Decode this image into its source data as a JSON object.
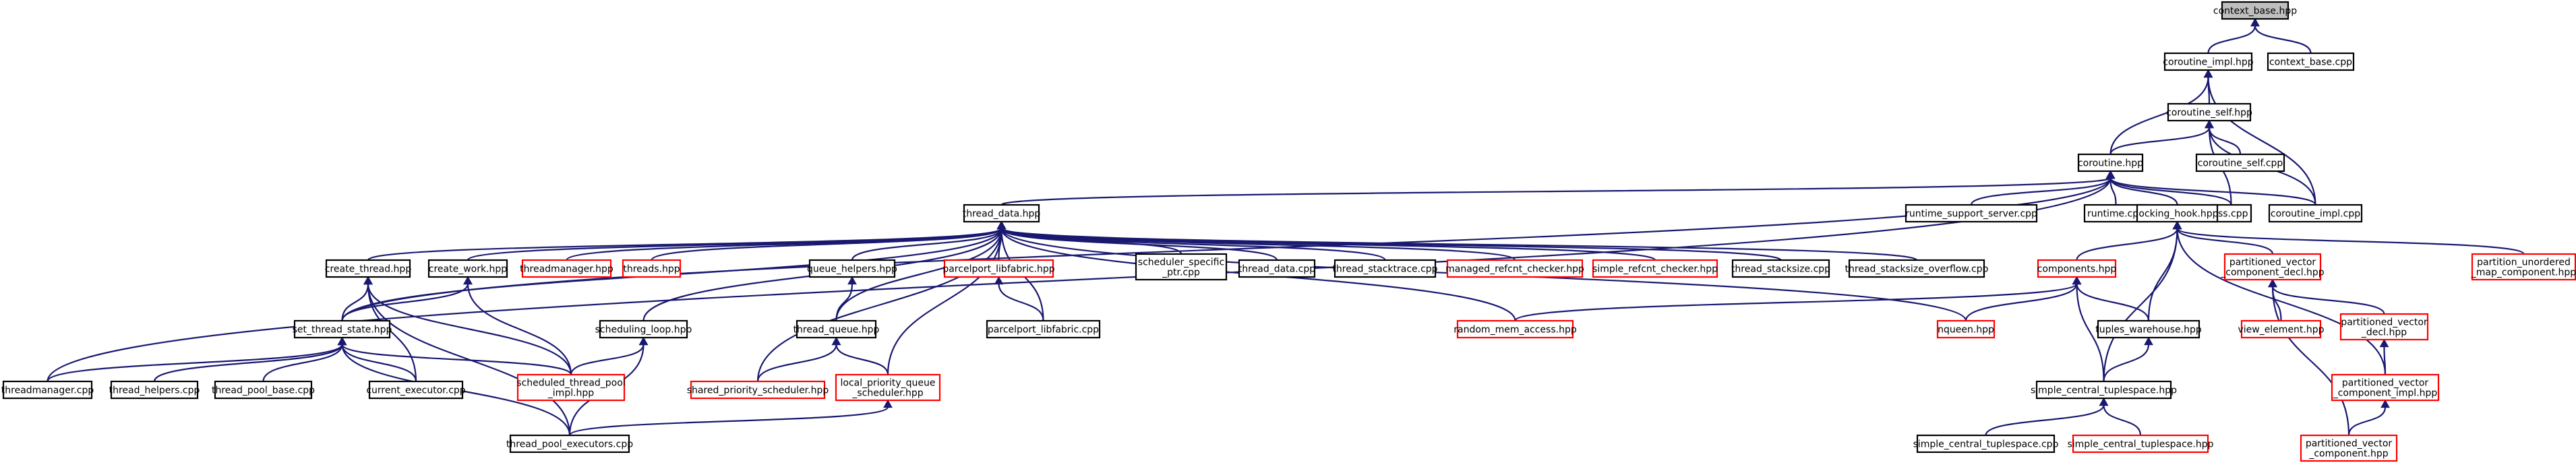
{
  "colors": {
    "normal_border": "#000000",
    "truncated_border": "#ff0000",
    "root_fill": "#bfbfbf",
    "node_fill": "#ffffff",
    "edge": "#191970"
  },
  "nodes": [
    {
      "id": "context_base_hpp",
      "lines": [
        "context_base.hpp"
      ],
      "style": "root"
    },
    {
      "id": "coroutine_impl_hpp",
      "lines": [
        "coroutine_impl.hpp"
      ],
      "style": "normal"
    },
    {
      "id": "context_base_cpp",
      "lines": [
        "context_base.cpp"
      ],
      "style": "normal"
    },
    {
      "id": "coroutine_self_hpp",
      "lines": [
        "coroutine_self.hpp"
      ],
      "style": "normal"
    },
    {
      "id": "coroutine_hpp",
      "lines": [
        "coroutine.hpp"
      ],
      "style": "normal"
    },
    {
      "id": "coroutine_self_cpp",
      "lines": [
        "coroutine_self.cpp"
      ],
      "style": "normal"
    },
    {
      "id": "coroutine_impl_cpp",
      "lines": [
        "coroutine_impl.cpp"
      ],
      "style": "normal"
    },
    {
      "id": "tss_cpp",
      "lines": [
        "tss.cpp"
      ],
      "style": "normal"
    },
    {
      "id": "thread_data_hpp",
      "lines": [
        "thread_data.hpp"
      ],
      "style": "normal"
    },
    {
      "id": "runtime_support_server_cpp",
      "lines": [
        "runtime_support_server.cpp"
      ],
      "style": "normal"
    },
    {
      "id": "runtime_cpp",
      "lines": [
        "runtime.cpp"
      ],
      "style": "normal"
    },
    {
      "id": "locking_hook_hpp",
      "lines": [
        "locking_hook.hpp"
      ],
      "style": "normal"
    },
    {
      "id": "partition_unordered_map_component_hpp",
      "lines": [
        "partition_unordered",
        "_map_component.hpp"
      ],
      "style": "truncated"
    },
    {
      "id": "create_thread_hpp",
      "lines": [
        "create_thread.hpp"
      ],
      "style": "normal"
    },
    {
      "id": "create_work_hpp",
      "lines": [
        "create_work.hpp"
      ],
      "style": "normal"
    },
    {
      "id": "threadmanager_hpp",
      "lines": [
        "threadmanager.hpp"
      ],
      "style": "truncated"
    },
    {
      "id": "threads_hpp",
      "lines": [
        "threads.hpp"
      ],
      "style": "truncated"
    },
    {
      "id": "queue_helpers_hpp",
      "lines": [
        "queue_helpers.hpp"
      ],
      "style": "normal"
    },
    {
      "id": "parcelport_libfabric_hpp",
      "lines": [
        "parcelport_libfabric.hpp"
      ],
      "style": "truncated"
    },
    {
      "id": "scheduler_specific_ptr_cpp",
      "lines": [
        "scheduler_specific",
        "_ptr.cpp"
      ],
      "style": "normal"
    },
    {
      "id": "thread_data_cpp",
      "lines": [
        "thread_data.cpp"
      ],
      "style": "normal"
    },
    {
      "id": "thread_stacktrace_cpp",
      "lines": [
        "thread_stacktrace.cpp"
      ],
      "style": "normal"
    },
    {
      "id": "managed_refcnt_checker_hpp",
      "lines": [
        "managed_refcnt_checker.hpp"
      ],
      "style": "truncated"
    },
    {
      "id": "simple_refcnt_checker_hpp",
      "lines": [
        "simple_refcnt_checker.hpp"
      ],
      "style": "truncated"
    },
    {
      "id": "thread_stacksize_cpp",
      "lines": [
        "thread_stacksize.cpp"
      ],
      "style": "normal"
    },
    {
      "id": "thread_stacksize_overflow_cpp",
      "lines": [
        "thread_stacksize_overflow.cpp"
      ],
      "style": "normal"
    },
    {
      "id": "components_hpp",
      "lines": [
        "components.hpp"
      ],
      "style": "truncated"
    },
    {
      "id": "partitioned_vector_component_decl_hpp",
      "lines": [
        "partitioned_vector",
        "_component_decl.hpp"
      ],
      "style": "truncated"
    },
    {
      "id": "set_thread_state_hpp",
      "lines": [
        "set_thread_state.hpp"
      ],
      "style": "normal"
    },
    {
      "id": "scheduling_loop_hpp",
      "lines": [
        "scheduling_loop.hpp"
      ],
      "style": "normal"
    },
    {
      "id": "thread_queue_hpp",
      "lines": [
        "thread_queue.hpp"
      ],
      "style": "normal"
    },
    {
      "id": "parcelport_libfabric_cpp",
      "lines": [
        "parcelport_libfabric.cpp"
      ],
      "style": "normal"
    },
    {
      "id": "random_mem_access_hpp",
      "lines": [
        "random_mem_access.hpp"
      ],
      "style": "truncated"
    },
    {
      "id": "nqueen_hpp",
      "lines": [
        "nqueen.hpp"
      ],
      "style": "truncated"
    },
    {
      "id": "tuples_warehouse_hpp",
      "lines": [
        "tuples_warehouse.hpp"
      ],
      "style": "normal"
    },
    {
      "id": "view_element_hpp",
      "lines": [
        "view_element.hpp"
      ],
      "style": "truncated"
    },
    {
      "id": "partitioned_vector_decl_hpp",
      "lines": [
        "partitioned_vector",
        "_decl.hpp"
      ],
      "style": "truncated"
    },
    {
      "id": "threadmanager_cpp",
      "lines": [
        "threadmanager.cpp"
      ],
      "style": "normal"
    },
    {
      "id": "thread_helpers_cpp",
      "lines": [
        "thread_helpers.cpp"
      ],
      "style": "normal"
    },
    {
      "id": "thread_pool_base_cpp",
      "lines": [
        "thread_pool_base.cpp"
      ],
      "style": "normal"
    },
    {
      "id": "current_executor_cpp",
      "lines": [
        "current_executor.cpp"
      ],
      "style": "normal"
    },
    {
      "id": "scheduled_thread_pool_impl_hpp",
      "lines": [
        "scheduled_thread_pool",
        "_impl.hpp"
      ],
      "style": "truncated"
    },
    {
      "id": "shared_priority_scheduler_hpp",
      "lines": [
        "shared_priority_scheduler.hpp"
      ],
      "style": "truncated"
    },
    {
      "id": "local_priority_queue_scheduler_hpp",
      "lines": [
        "local_priority_queue",
        "_scheduler.hpp"
      ],
      "style": "truncated"
    },
    {
      "id": "simple_central_tuplespace_hpp",
      "lines": [
        "simple_central_tuplespace.hpp"
      ],
      "style": "normal"
    },
    {
      "id": "partitioned_vector_component_impl_hpp",
      "lines": [
        "partitioned_vector",
        "_component_impl.hpp"
      ],
      "style": "truncated"
    },
    {
      "id": "thread_pool_executors_cpp",
      "lines": [
        "thread_pool_executors.cpp"
      ],
      "style": "normal"
    },
    {
      "id": "simple_central_tuplespace_cpp",
      "lines": [
        "simple_central_tuplespace.cpp"
      ],
      "style": "normal"
    },
    {
      "id": "simple_central_tuplespace2_hpp",
      "lines": [
        "simple_central_tuplespace.hpp"
      ],
      "style": "truncated"
    },
    {
      "id": "partitioned_vector_component_hpp",
      "lines": [
        "partitioned_vector",
        "_component.hpp"
      ],
      "style": "truncated"
    }
  ],
  "edges": [
    [
      "context_base_hpp",
      "coroutine_impl_hpp"
    ],
    [
      "context_base_hpp",
      "context_base_cpp"
    ],
    [
      "coroutine_impl_hpp",
      "coroutine_self_hpp"
    ],
    [
      "coroutine_impl_hpp",
      "coroutine_hpp"
    ],
    [
      "coroutine_impl_hpp",
      "coroutine_impl_cpp"
    ],
    [
      "coroutine_self_hpp",
      "coroutine_hpp"
    ],
    [
      "coroutine_self_hpp",
      "coroutine_self_cpp"
    ],
    [
      "coroutine_self_hpp",
      "coroutine_impl_cpp"
    ],
    [
      "coroutine_self_hpp",
      "tss_cpp"
    ],
    [
      "coroutine_hpp",
      "thread_data_hpp"
    ],
    [
      "coroutine_hpp",
      "runtime_support_server_cpp"
    ],
    [
      "coroutine_hpp",
      "runtime_cpp"
    ],
    [
      "coroutine_hpp",
      "locking_hook_hpp"
    ],
    [
      "coroutine_hpp",
      "tss_cpp"
    ],
    [
      "coroutine_hpp",
      "coroutine_impl_cpp"
    ],
    [
      "coroutine_hpp",
      "set_thread_state_hpp"
    ],
    [
      "coroutine_hpp",
      "threadmanager_cpp"
    ],
    [
      "thread_data_hpp",
      "create_thread_hpp"
    ],
    [
      "thread_data_hpp",
      "create_work_hpp"
    ],
    [
      "thread_data_hpp",
      "threadmanager_hpp"
    ],
    [
      "thread_data_hpp",
      "threads_hpp"
    ],
    [
      "thread_data_hpp",
      "queue_helpers_hpp"
    ],
    [
      "thread_data_hpp",
      "parcelport_libfabric_hpp"
    ],
    [
      "thread_data_hpp",
      "scheduler_specific_ptr_cpp"
    ],
    [
      "thread_data_hpp",
      "thread_data_cpp"
    ],
    [
      "thread_data_hpp",
      "thread_stacktrace_cpp"
    ],
    [
      "thread_data_hpp",
      "managed_refcnt_checker_hpp"
    ],
    [
      "thread_data_hpp",
      "simple_refcnt_checker_hpp"
    ],
    [
      "thread_data_hpp",
      "thread_stacksize_cpp"
    ],
    [
      "thread_data_hpp",
      "thread_stacksize_overflow_cpp"
    ],
    [
      "thread_data_hpp",
      "set_thread_state_hpp"
    ],
    [
      "thread_data_hpp",
      "scheduling_loop_hpp"
    ],
    [
      "thread_data_hpp",
      "thread_queue_hpp"
    ],
    [
      "thread_data_hpp",
      "parcelport_libfabric_cpp"
    ],
    [
      "thread_data_hpp",
      "random_mem_access_hpp"
    ],
    [
      "thread_data_hpp",
      "nqueen_hpp"
    ],
    [
      "thread_data_hpp",
      "shared_priority_scheduler_hpp"
    ],
    [
      "thread_data_hpp",
      "local_priority_queue_scheduler_hpp"
    ],
    [
      "locking_hook_hpp",
      "components_hpp"
    ],
    [
      "locking_hook_hpp",
      "partitioned_vector_component_decl_hpp"
    ],
    [
      "locking_hook_hpp",
      "partition_unordered_map_component_hpp"
    ],
    [
      "locking_hook_hpp",
      "tuples_warehouse_hpp"
    ],
    [
      "locking_hook_hpp",
      "simple_central_tuplespace_hpp"
    ],
    [
      "locking_hook_hpp",
      "partitioned_vector_component_impl_hpp"
    ],
    [
      "create_thread_hpp",
      "set_thread_state_hpp"
    ],
    [
      "create_thread_hpp",
      "current_executor_cpp"
    ],
    [
      "create_thread_hpp",
      "thread_pool_executors_cpp"
    ],
    [
      "create_thread_hpp",
      "scheduled_thread_pool_impl_hpp"
    ],
    [
      "create_work_hpp",
      "set_thread_state_hpp"
    ],
    [
      "create_work_hpp",
      "scheduled_thread_pool_impl_hpp"
    ],
    [
      "queue_helpers_hpp",
      "thread_queue_hpp"
    ],
    [
      "parcelport_libfabric_hpp",
      "parcelport_libfabric_cpp"
    ],
    [
      "components_hpp",
      "random_mem_access_hpp"
    ],
    [
      "components_hpp",
      "nqueen_hpp"
    ],
    [
      "components_hpp",
      "tuples_warehouse_hpp"
    ],
    [
      "components_hpp",
      "simple_central_tuplespace_hpp"
    ],
    [
      "partitioned_vector_component_decl_hpp",
      "view_element_hpp"
    ],
    [
      "partitioned_vector_component_decl_hpp",
      "partitioned_vector_decl_hpp"
    ],
    [
      "partitioned_vector_component_decl_hpp",
      "partitioned_vector_component_hpp"
    ],
    [
      "set_thread_state_hpp",
      "threadmanager_cpp"
    ],
    [
      "set_thread_state_hpp",
      "thread_helpers_cpp"
    ],
    [
      "set_thread_state_hpp",
      "thread_pool_base_cpp"
    ],
    [
      "set_thread_state_hpp",
      "current_executor_cpp"
    ],
    [
      "set_thread_state_hpp",
      "scheduled_thread_pool_impl_hpp"
    ],
    [
      "set_thread_state_hpp",
      "thread_pool_executors_cpp"
    ],
    [
      "scheduling_loop_hpp",
      "scheduled_thread_pool_impl_hpp"
    ],
    [
      "scheduling_loop_hpp",
      "thread_pool_executors_cpp"
    ],
    [
      "thread_queue_hpp",
      "shared_priority_scheduler_hpp"
    ],
    [
      "thread_queue_hpp",
      "local_priority_queue_scheduler_hpp"
    ],
    [
      "local_priority_queue_scheduler_hpp",
      "thread_pool_executors_cpp"
    ],
    [
      "tuples_warehouse_hpp",
      "simple_central_tuplespace_hpp"
    ],
    [
      "partitioned_vector_decl_hpp",
      "partitioned_vector_component_impl_hpp"
    ],
    [
      "partitioned_vector_component_impl_hpp",
      "partitioned_vector_component_hpp"
    ],
    [
      "simple_central_tuplespace_hpp",
      "simple_central_tuplespace_cpp"
    ],
    [
      "simple_central_tuplespace_hpp",
      "simple_central_tuplespace2_hpp"
    ]
  ]
}
